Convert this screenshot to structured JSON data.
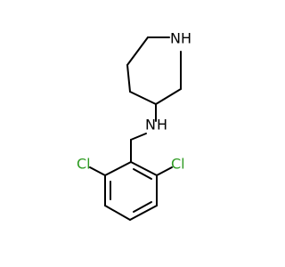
{
  "molecule": {
    "atoms": [
      {
        "id": "n_ring",
        "element": "N",
        "label": "NH",
        "color": "#000000"
      },
      {
        "id": "n_amine",
        "element": "N",
        "label": "N",
        "sub_label": "H",
        "color": "#000000"
      },
      {
        "id": "cl_left",
        "element": "Cl",
        "label": "Cl",
        "color": "#2e9b22"
      },
      {
        "id": "cl_right",
        "element": "Cl",
        "label": "Cl",
        "color": "#2e9b22"
      }
    ]
  }
}
